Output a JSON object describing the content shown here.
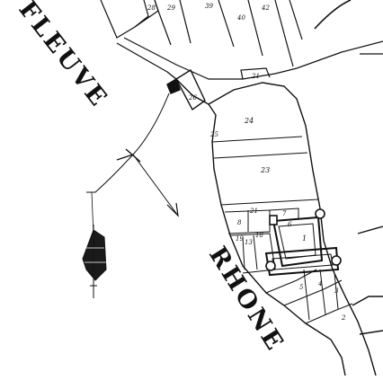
{
  "river_name_left": "FLEUVE",
  "river_name_right": "RHONE",
  "parcels": {
    "p28": "28",
    "p29": "29",
    "p39": "39",
    "p40": "40",
    "p42": "42",
    "p21": "21",
    "p26": "26",
    "p25": "25",
    "p24": "24",
    "p23": "23",
    "p21b": "21",
    "p8": "8",
    "p7": "7",
    "p19": "19",
    "p6": "6",
    "p18": "18",
    "p13": "13",
    "p1": "1",
    "p5": "5",
    "p4": "4",
    "p3": "3",
    "p2": "2"
  },
  "colors": {
    "ink": "#111111",
    "paper": "#ffffff"
  }
}
